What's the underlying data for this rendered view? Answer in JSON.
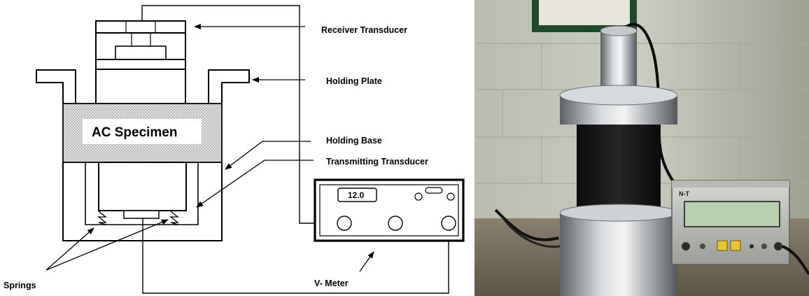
{
  "labels": {
    "receiver_transducer": "Receiver Transducer",
    "holding_plate": "Holding Plate",
    "ac_specimen": "AC Specimen",
    "holding_base": "Holding Base",
    "transmitting_transducer": "Transmitting Transducer",
    "springs": "Springs",
    "v_meter": "V- Meter",
    "display_value": "12.0"
  },
  "photo": {
    "brand_badge": "N-T"
  }
}
